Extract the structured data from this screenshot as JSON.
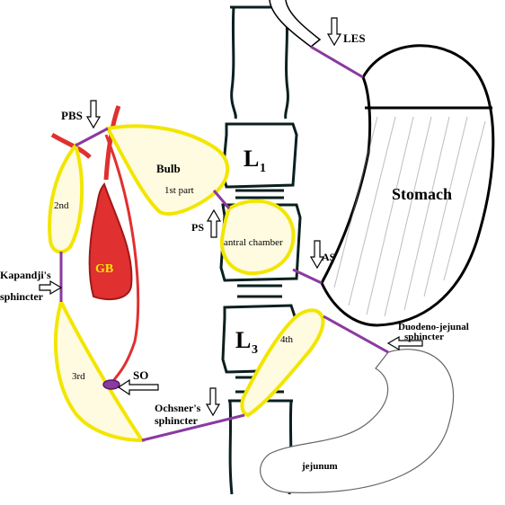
{
  "labels": {
    "les": "LES",
    "pbs": "PBS",
    "bulb": "Bulb",
    "first_part": "1st part",
    "l1": "L",
    "l1_sub": "1",
    "second": "2nd",
    "stomach": "Stomach",
    "ps": "PS",
    "antral_chamber": "antral chamber",
    "as": "AS",
    "gb": "GB",
    "kapandji_line1": "Kapandji's",
    "kapandji_line2": "sphincter",
    "l3": "L",
    "l3_sub": "3",
    "fourth": "4th",
    "duodeno_line1": "Duodeno-jejunal",
    "duodeno_line2": "sphincter",
    "third": "3rd",
    "so": "SO",
    "ochsner_line1": "Ochsner's",
    "ochsner_line2": "sphincter",
    "jejunum": "jejunum"
  },
  "colors": {
    "segment_fill": "#fffbe0",
    "segment_outline": "#f2e600",
    "sphincter_line": "#8a3aa0",
    "gallbladder": "#e03030",
    "gb_text": "#ffe600",
    "vertebra_outline": "#0b1f1f",
    "background": "#ffffff"
  }
}
